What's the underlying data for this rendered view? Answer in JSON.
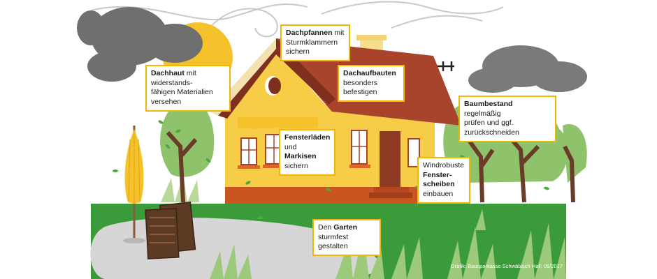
{
  "labels": {
    "dachpfannen": {
      "bold": "Dachpfannen",
      "rest1": " mit",
      "line2": "Sturmklammern sichern"
    },
    "dachhaut": {
      "bold": "Dachhaut",
      "rest1": " mit widerstands-",
      "line2": "fähigen Materialien versehen"
    },
    "dachaufbauten": {
      "bold": "Dachaufbauten",
      "line2": "besonders befestigen"
    },
    "baumbestand": {
      "bold": "Baumbestand",
      "rest1": " regelmäßig",
      "line2": "prüfen und ggf. zurückschneiden"
    },
    "fensterlaeden": {
      "bold": "Fensterläden",
      "rest1": " und",
      "bold2": "Markisen",
      "rest2": " sichern"
    },
    "fensterscheiben": {
      "pre": "Windrobuste ",
      "bold": "Fenster-",
      "bold2": "scheiben",
      "rest2": " einbauen"
    },
    "garten": {
      "pre": "Den ",
      "bold": "Garten",
      "rest1": " sturmfest",
      "line2": "gestalten"
    }
  },
  "credit": "Grafik: Bausparkasse Schwäbisch Hall: 09/2017",
  "colors": {
    "label_border": "#f2b705",
    "sky_cloud": "#6f6f6f",
    "sun": "#f6c22b",
    "roof": "#a8432c",
    "house_wall": "#f7cd48",
    "lawn": "#3b9b3b",
    "path": "#d6d6d6",
    "tree_green": "#8fc36b",
    "trunk": "#6b3b2a"
  }
}
